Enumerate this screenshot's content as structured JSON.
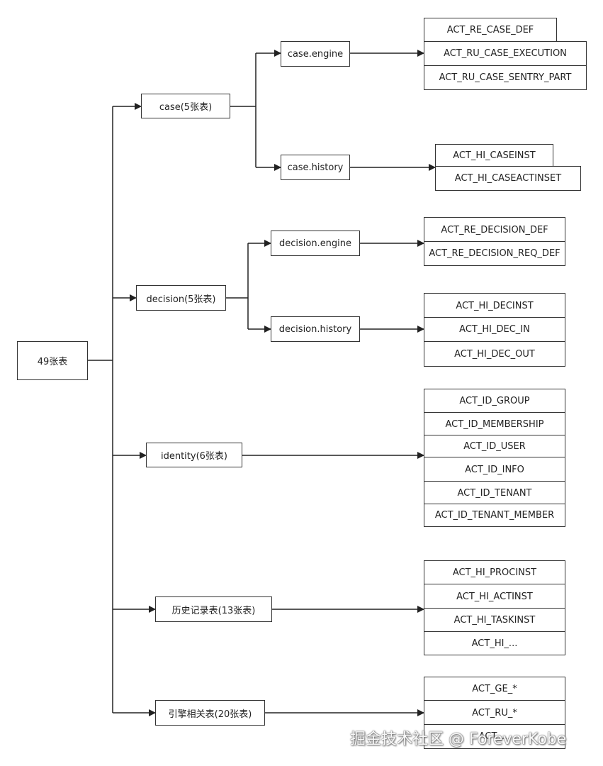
{
  "root": {
    "label": "49张表"
  },
  "groups": {
    "case": {
      "label": "case(5张表)",
      "engine": {
        "label": "case.engine",
        "tables": [
          "ACT_RE_CASE_DEF",
          "ACT_RU_CASE_EXECUTION",
          "ACT_RU_CASE_SENTRY_PART"
        ]
      },
      "history": {
        "label": "case.history",
        "tables": [
          "ACT_HI_CASEINST",
          "ACT_HI_CASEACTINSET"
        ]
      }
    },
    "decision": {
      "label": "decision(5张表)",
      "engine": {
        "label": "decision.engine",
        "tables": [
          "ACT_RE_DECISION_DEF",
          "ACT_RE_DECISION_REQ_DEF"
        ]
      },
      "history": {
        "label": "decision.history",
        "tables": [
          "ACT_HI_DECINST",
          "ACT_HI_DEC_IN",
          "ACT_HI_DEC_OUT"
        ]
      }
    },
    "identity": {
      "label": "identity(6张表)",
      "tables": [
        "ACT_ID_GROUP",
        "ACT_ID_MEMBERSHIP",
        "ACT_ID_USER",
        "ACT_ID_INFO",
        "ACT_ID_TENANT",
        "ACT_ID_TENANT_MEMBER"
      ]
    },
    "history": {
      "label": "历史记录表(13张表)",
      "tables": [
        "ACT_HI_PROCINST",
        "ACT_HI_ACTINST",
        "ACT_HI_TASKINST",
        "ACT_HI_..."
      ]
    },
    "engine": {
      "label": "引擎相关表(20张表)",
      "tables": [
        "ACT_GE_*",
        "ACT_RU_*",
        "ACT_..."
      ]
    }
  },
  "watermark": "掘金技术社区 @ ForeverKobe"
}
